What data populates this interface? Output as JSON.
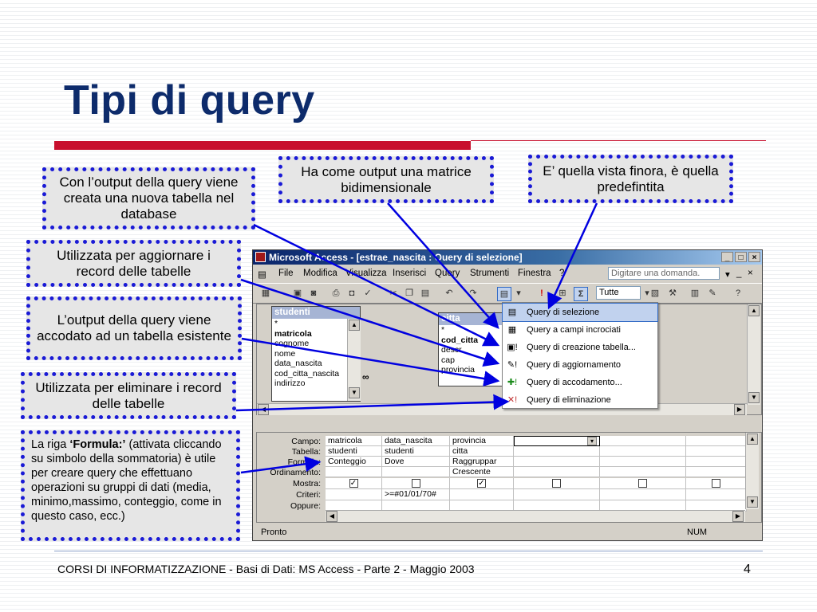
{
  "slide": {
    "title": "Tipi di query",
    "footer": "CORSI DI INFORMATIZZAZIONE - Basi di Dati: MS Access - Parte 2 - Maggio 2003",
    "page_number": "4",
    "colors": {
      "title": "#0d2b6b",
      "accent": "#c8102e",
      "callout_border": "#1a1ad6",
      "arrow": "#0000e0"
    }
  },
  "callouts": {
    "creazione": "Con l’output  della query viene creata una nuova tabella nel database",
    "campi_incrociati": "Ha come output una matrice bidimensionale",
    "selezione": "E’ quella vista finora, è quella predefintita",
    "aggiornamento": "Utilizzata per aggiornare i record delle tabelle",
    "accodamento": "L’output  della query viene accodato ad un tabella esistente",
    "eliminazione": "Utilizzata per eliminare i record delle tabelle",
    "formula_prefix": "La riga ",
    "formula_bold": "‘Formula:’",
    "formula_rest": " (attivata cliccando su simbolo della sommatoria) è utile per creare query che effettuano operazioni su gruppi di dati (media, minimo,massimo, conteggio, come in questo caso, ecc.)"
  },
  "access": {
    "window_title": "Microsoft Access - [estrae_nascita : Query di selezione]",
    "menu": [
      "File",
      "Modifica",
      "Visualizza",
      "Inserisci",
      "Query",
      "Strumenti",
      "Finestra",
      "?"
    ],
    "ask_placeholder": "Digitare una domanda.",
    "top_values": "Tutte",
    "tables": {
      "studenti": {
        "name": "studenti",
        "fields": [
          "*",
          "matricola",
          "cognome",
          "nome",
          "data_nascita",
          "cod_citta_nascita",
          "indirizzo"
        ]
      },
      "citta": {
        "name": "citta",
        "fields": [
          "*",
          "cod_citta",
          "descr",
          "cap",
          "provincia"
        ]
      }
    },
    "query_type_menu": [
      {
        "label": "Query di selezione",
        "icon": "select-query-icon",
        "selected": true
      },
      {
        "label": "Query a campi incrociati",
        "icon": "crosstab-query-icon",
        "selected": false
      },
      {
        "label": "Query di creazione tabella...",
        "icon": "make-table-query-icon",
        "selected": false
      },
      {
        "label": "Query di aggiornamento",
        "icon": "update-query-icon",
        "selected": false
      },
      {
        "label": "Query di accodamento...",
        "icon": "append-query-icon",
        "selected": false
      },
      {
        "label": "Query di eliminazione",
        "icon": "delete-query-icon",
        "selected": false
      }
    ],
    "grid": {
      "row_labels": [
        "Campo:",
        "Tabella:",
        "Formula:",
        "Ordinamento:",
        "Mostra:",
        "Criteri:",
        "Oppure:"
      ],
      "columns": [
        {
          "campo": "matricola",
          "tabella": "studenti",
          "formula": "Conteggio",
          "ordinamento": "",
          "mostra": true,
          "criteri": ""
        },
        {
          "campo": "data_nascita",
          "tabella": "studenti",
          "formula": "Dove",
          "ordinamento": "",
          "mostra": false,
          "criteri": ">=#01/01/70#"
        },
        {
          "campo": "provincia",
          "tabella": "citta",
          "formula": "Raggruppar",
          "ordinamento": "Crescente",
          "mostra": true,
          "criteri": ""
        },
        {
          "campo": "",
          "tabella": "",
          "formula": "",
          "ordinamento": "",
          "mostra": false,
          "criteri": ""
        },
        {
          "campo": "",
          "tabella": "",
          "formula": "",
          "ordinamento": "",
          "mostra": false,
          "criteri": ""
        },
        {
          "campo": "",
          "tabella": "",
          "formula": "",
          "ordinamento": "",
          "mostra": false,
          "criteri": ""
        }
      ]
    },
    "status_left": "Pronto",
    "status_right": "NUM"
  }
}
